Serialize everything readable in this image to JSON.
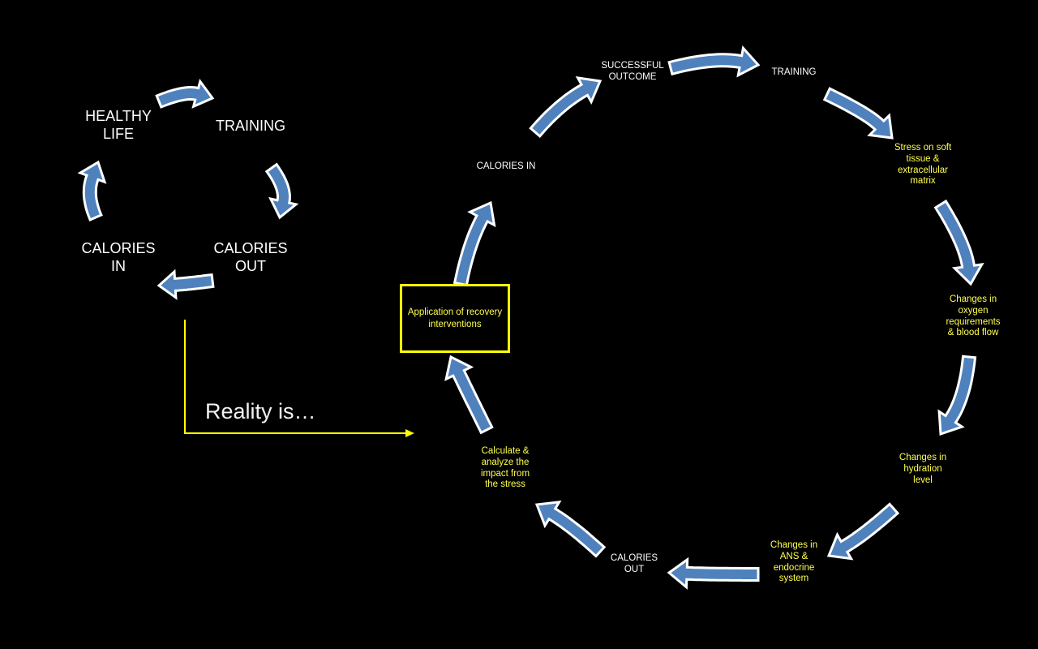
{
  "colors": {
    "background": "#000000",
    "arrow_fill": "#4f81bd",
    "arrow_outline": "#ffffff",
    "highlight": "#ffff00",
    "label_white": "#ffffff",
    "label_yellow": "#ffff4d"
  },
  "simple_cycle": {
    "nodes": [
      {
        "id": "healthy-life",
        "lines": [
          "HEALTHY",
          "LIFE"
        ]
      },
      {
        "id": "training",
        "lines": [
          "TRAINING"
        ]
      },
      {
        "id": "calories-out",
        "lines": [
          "CALORIES",
          "OUT"
        ]
      },
      {
        "id": "calories-in",
        "lines": [
          "CALORIES",
          "IN"
        ]
      }
    ],
    "arrows": [
      {
        "from": "healthy-life",
        "to": "training"
      },
      {
        "from": "training",
        "to": "calories-out"
      },
      {
        "from": "calories-out",
        "to": "calories-in"
      },
      {
        "from": "calories-in",
        "to": "healthy-life"
      }
    ]
  },
  "transition": {
    "label": "Reality is…"
  },
  "complex_cycle": {
    "nodes": [
      {
        "id": "successful-outcome",
        "lines": [
          "SUCCESSFUL",
          "OUTCOME"
        ],
        "style": "white"
      },
      {
        "id": "training",
        "lines": [
          "TRAINING"
        ],
        "style": "white"
      },
      {
        "id": "stress-soft-tissue",
        "lines": [
          "Stress on soft",
          "tissue &",
          "extracellular",
          "matrix"
        ],
        "style": "yellow"
      },
      {
        "id": "oxygen-blood-flow",
        "lines": [
          "Changes in",
          "oxygen",
          "requirements",
          "& blood flow"
        ],
        "style": "yellow"
      },
      {
        "id": "hydration-level",
        "lines": [
          "Changes in",
          "hydration",
          "level"
        ],
        "style": "yellow"
      },
      {
        "id": "ans-endocrine",
        "lines": [
          "Changes in",
          "ANS &",
          "endocrine",
          "system"
        ],
        "style": "yellow"
      },
      {
        "id": "calories-out",
        "lines": [
          "CALORIES",
          "OUT"
        ],
        "style": "white"
      },
      {
        "id": "calculate-impact",
        "lines": [
          "Calculate &",
          "analyze the",
          "impact from",
          "the stress"
        ],
        "style": "yellow"
      },
      {
        "id": "recovery-interventions",
        "lines": [
          "Application of recovery",
          "interventions"
        ],
        "style": "boxed"
      },
      {
        "id": "calories-in",
        "lines": [
          "CALORIES IN"
        ],
        "style": "white"
      }
    ],
    "arrows": [
      {
        "from": "calories-in",
        "to": "successful-outcome"
      },
      {
        "from": "successful-outcome",
        "to": "training"
      },
      {
        "from": "training",
        "to": "stress-soft-tissue"
      },
      {
        "from": "stress-soft-tissue",
        "to": "oxygen-blood-flow"
      },
      {
        "from": "oxygen-blood-flow",
        "to": "hydration-level"
      },
      {
        "from": "hydration-level",
        "to": "ans-endocrine"
      },
      {
        "from": "ans-endocrine",
        "to": "calories-out"
      },
      {
        "from": "calories-out",
        "to": "calculate-impact"
      },
      {
        "from": "calculate-impact",
        "to": "recovery-interventions"
      },
      {
        "from": "recovery-interventions",
        "to": "calories-in"
      }
    ]
  }
}
